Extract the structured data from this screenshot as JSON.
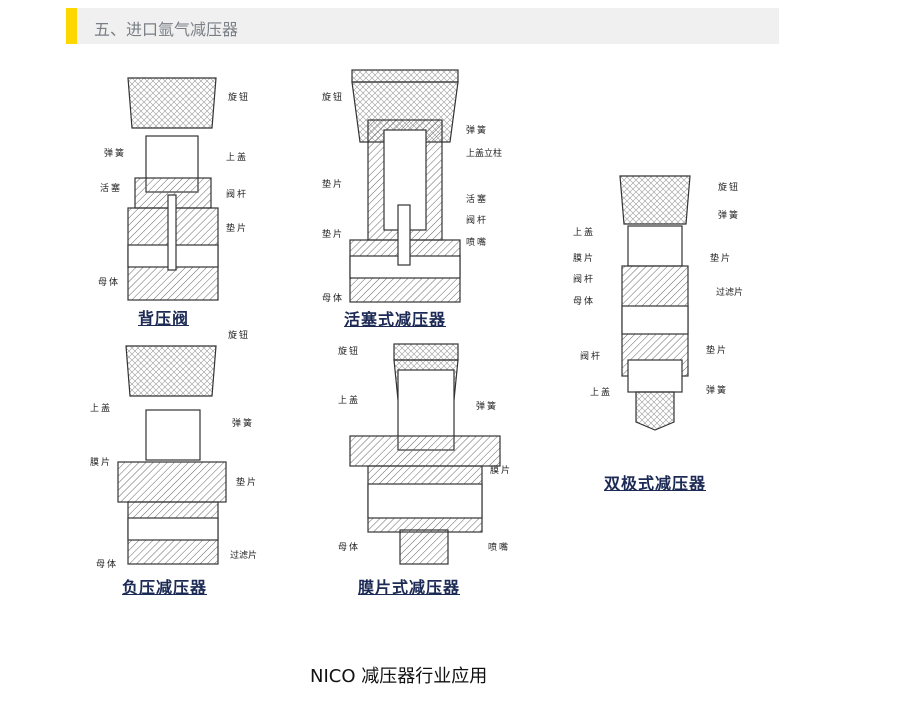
{
  "header": {
    "title": "五、进口氩气减压器",
    "accent": "#ffd700"
  },
  "diagrams": [
    {
      "title": "背压阀",
      "labels": [
        "旋钮",
        "弹簧",
        "上盖",
        "活塞",
        "阀杆",
        "垫片",
        "母体"
      ]
    },
    {
      "title": "活塞式减压器",
      "labels": [
        "旋钮",
        "弹簧",
        "上盖立柱",
        "垫片",
        "活塞",
        "阀杆",
        "垫片",
        "喷嘴",
        "母体"
      ]
    },
    {
      "title": "双极式减压器",
      "labels": [
        "旋钮",
        "上盖",
        "弹簧",
        "膜片",
        "垫片",
        "阀杆",
        "母体",
        "过滤片",
        "阀杆",
        "垫片",
        "上盖",
        "弹簧"
      ]
    },
    {
      "title": "负压减压器",
      "labels": [
        "旋钮",
        "上盖",
        "弹簧",
        "膜片",
        "垫片",
        "过滤片",
        "母体"
      ]
    },
    {
      "title": "膜片式减压器",
      "labels": [
        "旋钮",
        "上盖",
        "弹簧",
        "膜片",
        "母体",
        "喷嘴"
      ]
    }
  ],
  "caption": "NICO 减压器行业应用"
}
